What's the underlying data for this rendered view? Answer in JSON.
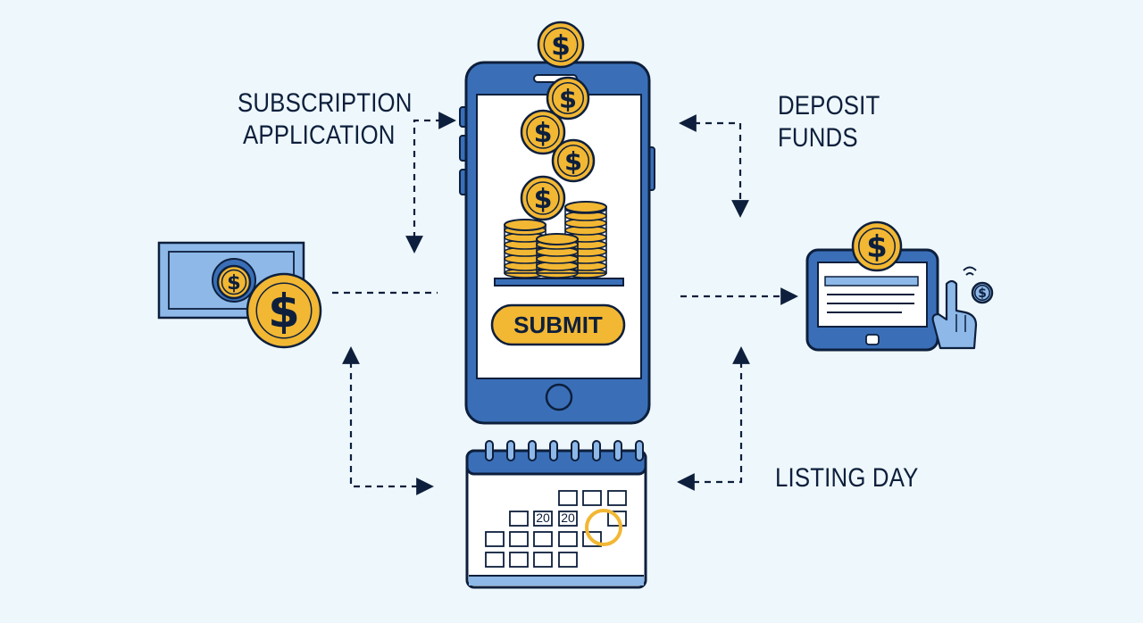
{
  "labels": {
    "subscription_application": [
      "SUBSCRIPTION",
      "APPLICATION"
    ],
    "deposit_funds": [
      "DEPOSIT",
      "FUNDS"
    ],
    "listing_day": "LISTING DAY"
  },
  "phone": {
    "submit_label": "SUBMIT"
  },
  "coin_symbol": "$",
  "calendar": {
    "date_numbers": [
      "20",
      "20"
    ]
  },
  "colors": {
    "navy": "#0d1f3c",
    "blue": "#3a6fb8",
    "light_blue": "#8db8e8",
    "gold": "#f2b733",
    "background": "#eef7fb"
  }
}
